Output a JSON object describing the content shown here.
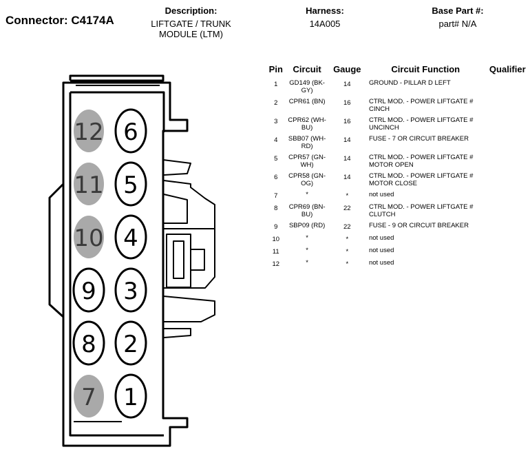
{
  "header": {
    "connector": "Connector: C4174A",
    "description_label": "Description:",
    "description_value": "LIFTGATE / TRUNK MODULE (LTM)",
    "harness_label": "Harness:",
    "harness_value": "14A005",
    "base_part_label": "Base Part #:",
    "base_part_value": "part# N/A"
  },
  "diagram": {
    "pins": [
      {
        "number": "12",
        "filled": true
      },
      {
        "number": "6",
        "filled": false
      },
      {
        "number": "11",
        "filled": true
      },
      {
        "number": "5",
        "filled": false
      },
      {
        "number": "10",
        "filled": true
      },
      {
        "number": "4",
        "filled": false
      },
      {
        "number": "9",
        "filled": false
      },
      {
        "number": "3",
        "filled": false
      },
      {
        "number": "8",
        "filled": false
      },
      {
        "number": "2",
        "filled": false
      },
      {
        "number": "7",
        "filled": true
      },
      {
        "number": "1",
        "filled": false
      }
    ],
    "filled_color": "#a9a9a9"
  },
  "table": {
    "headers": [
      "Pin",
      "Circuit",
      "Gauge",
      "Circuit Function",
      "Qualifier"
    ],
    "rows": [
      {
        "pin": "1",
        "circuit": "GD149 (BK-GY)",
        "gauge": "14",
        "function": "GROUND - PILLAR D LEFT",
        "qualifier": ""
      },
      {
        "pin": "2",
        "circuit": "CPR61 (BN)",
        "gauge": "16",
        "function": "CTRL MOD. - POWER LIFTGATE # CINCH",
        "qualifier": ""
      },
      {
        "pin": "3",
        "circuit": "CPR62 (WH-BU)",
        "gauge": "16",
        "function": "CTRL MOD. - POWER LIFTGATE # UNCINCH",
        "qualifier": ""
      },
      {
        "pin": "4",
        "circuit": "SBB07 (WH-RD)",
        "gauge": "14",
        "function": "FUSE - 7 OR CIRCUIT BREAKER",
        "qualifier": ""
      },
      {
        "pin": "5",
        "circuit": "CPR57 (GN-WH)",
        "gauge": "14",
        "function": "CTRL MOD. - POWER LIFTGATE # MOTOR OPEN",
        "qualifier": ""
      },
      {
        "pin": "6",
        "circuit": "CPR58 (GN-OG)",
        "gauge": "14",
        "function": "CTRL MOD. - POWER LIFTGATE # MOTOR CLOSE",
        "qualifier": ""
      },
      {
        "pin": "7",
        "circuit": "*",
        "gauge": "*",
        "function": "not used",
        "qualifier": ""
      },
      {
        "pin": "8",
        "circuit": "CPR69 (BN-BU)",
        "gauge": "22",
        "function": "CTRL MOD. - POWER LIFTGATE # CLUTCH",
        "qualifier": ""
      },
      {
        "pin": "9",
        "circuit": "SBP09 (RD)",
        "gauge": "22",
        "function": "FUSE - 9 OR CIRCUIT BREAKER",
        "qualifier": ""
      },
      {
        "pin": "10",
        "circuit": "*",
        "gauge": "*",
        "function": "not used",
        "qualifier": ""
      },
      {
        "pin": "11",
        "circuit": "*",
        "gauge": "*",
        "function": "not used",
        "qualifier": ""
      },
      {
        "pin": "12",
        "circuit": "*",
        "gauge": "*",
        "function": "not used",
        "qualifier": ""
      }
    ]
  }
}
